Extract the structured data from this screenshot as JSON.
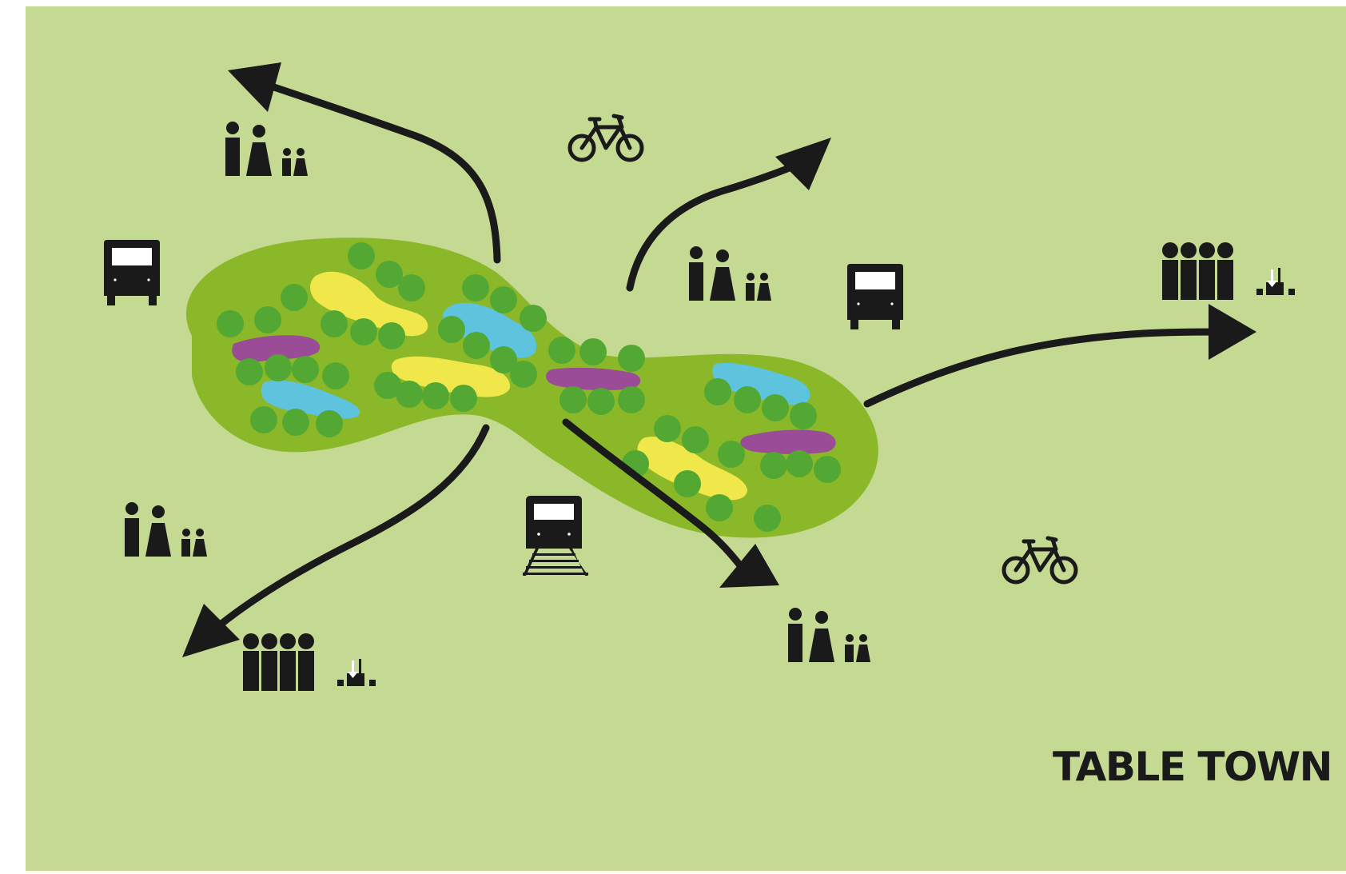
{
  "title": "TABLE TOWN",
  "colors": {
    "background": "#c4d991",
    "park": "#8ab829",
    "tree": "#52a833",
    "yellow_patch": "#f0e84a",
    "blue_patch": "#5ec3dc",
    "purple_patch": "#9a4c97",
    "ink": "#1a1a1a"
  },
  "icons": {
    "people_groups": [
      "family-icon",
      "family-icon",
      "family-icon",
      "family-icon"
    ],
    "housing": [
      "row-houses-icon",
      "row-houses-icon"
    ],
    "transport": [
      "bus-icon",
      "bus-icon",
      "train-icon",
      "bicycle-icon",
      "bicycle-icon"
    ],
    "flows": [
      "arrow-north-west",
      "arrow-north-east",
      "arrow-east",
      "arrow-south-east",
      "arrow-south-west"
    ]
  }
}
